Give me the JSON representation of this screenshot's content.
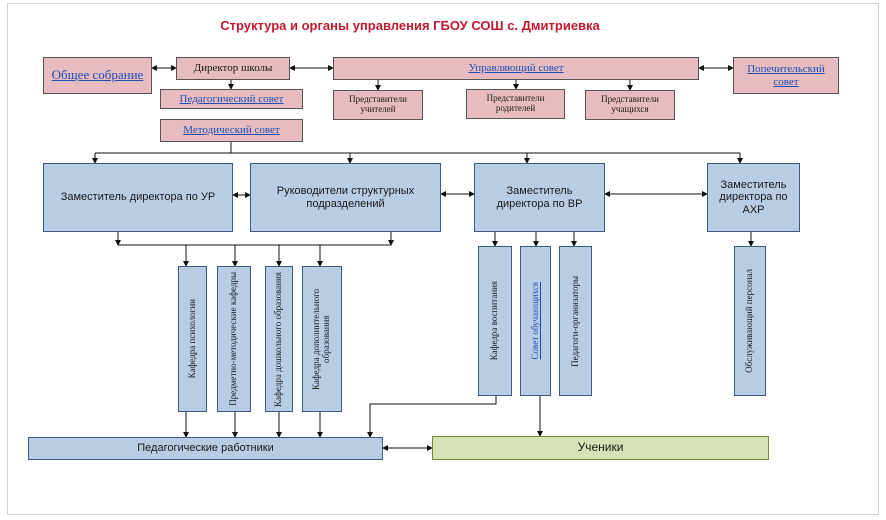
{
  "title": "Структура и органы управления ГБОУ СОШ с. Дмитриевка",
  "top": {
    "general_meeting": "Общее собрание",
    "director": "Директор школы",
    "governing_council": "Управляющий совет",
    "board_of_trustees": "Попечительский совет",
    "pedagogical_council": "Педагогический совет",
    "methodical_council": "Методический совет",
    "teachers_reps": "Представители учителей",
    "parents_reps": "Представители родителей",
    "students_reps": "Представители учащихся"
  },
  "deputies": {
    "uvr": "Заместитель директора по УР",
    "heads": "Руководители структурных подразделений",
    "vr": "Заместитель директора по ВР",
    "ahr": "Заместитель директора по АХР"
  },
  "departments": {
    "psychology": "Кафедра психологии",
    "subject_methodical": "Предметно-методические кафедры",
    "preschool": "Кафедра дошкольного образования",
    "additional": "Кафедра дополнительного образования",
    "upbringing": "Кафедра воспитания",
    "students_council": "Совет обучающихся",
    "organizers": "Педагоги-организаторы",
    "service_staff": "Обслуживающий персонал"
  },
  "bottom": {
    "teachers": "Педагогические работники",
    "students": "Ученики"
  },
  "colors": {
    "title": "#c0192e",
    "governance_fill": "#e6bcc0",
    "unit_fill": "#b8cce4",
    "students_fill": "#d4e2b5",
    "link": "#1f4fb5"
  }
}
